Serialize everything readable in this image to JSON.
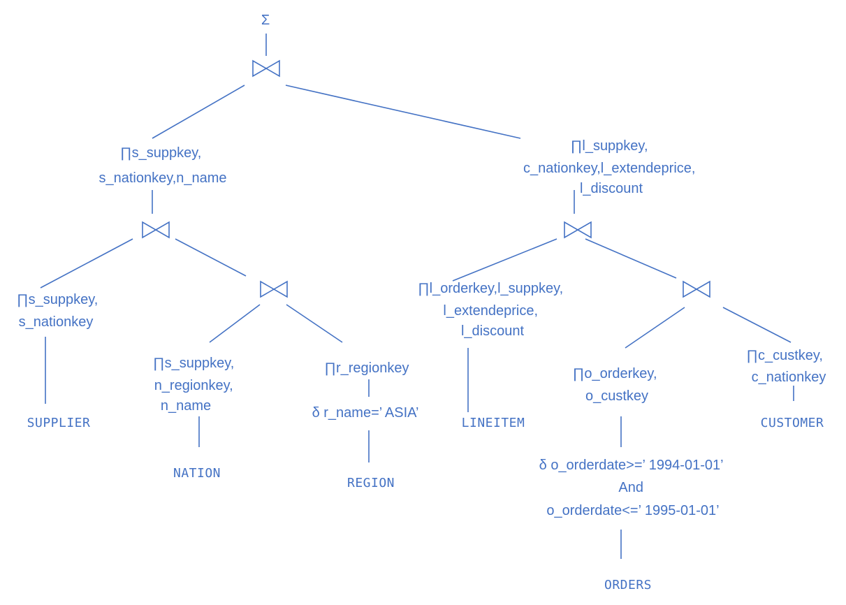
{
  "aggregate_symbol": "Σ",
  "join_symbol": "⋈",
  "nodes": {
    "proj_left_top": [
      "∏s_suppkey,",
      "s_nationkey,n_name"
    ],
    "proj_right_top": [
      "∏l_suppkey,",
      "c_nationkey,l_extendeprice,",
      "l_discount"
    ],
    "proj_supplier": [
      "∏s_suppkey,",
      "s_nationkey"
    ],
    "proj_nation": [
      "∏s_suppkey,",
      "n_regionkey,",
      "n_name"
    ],
    "proj_region": [
      "∏r_regionkey"
    ],
    "sel_region": [
      "δ r_name=’ ASIA’"
    ],
    "proj_lineitem": [
      "∏l_orderkey,l_suppkey,",
      "l_extendeprice,",
      "l_discount"
    ],
    "proj_orders": [
      "∏o_orderkey,",
      "o_custkey"
    ],
    "sel_orders": [
      "δ o_orderdate>=’ 1994-01-01’",
      "And",
      "o_orderdate<=’ 1995-01-01’"
    ],
    "proj_customer": [
      "∏c_custkey,",
      "c_nationkey"
    ]
  },
  "tables": {
    "supplier": "SUPPLIER",
    "nation": "NATION",
    "region": "REGION",
    "lineitem": "LINEITEM",
    "customer": "CUSTOMER",
    "orders": "ORDERS"
  },
  "colors": {
    "stroke": "#4472c4",
    "text": "#4472c4"
  }
}
